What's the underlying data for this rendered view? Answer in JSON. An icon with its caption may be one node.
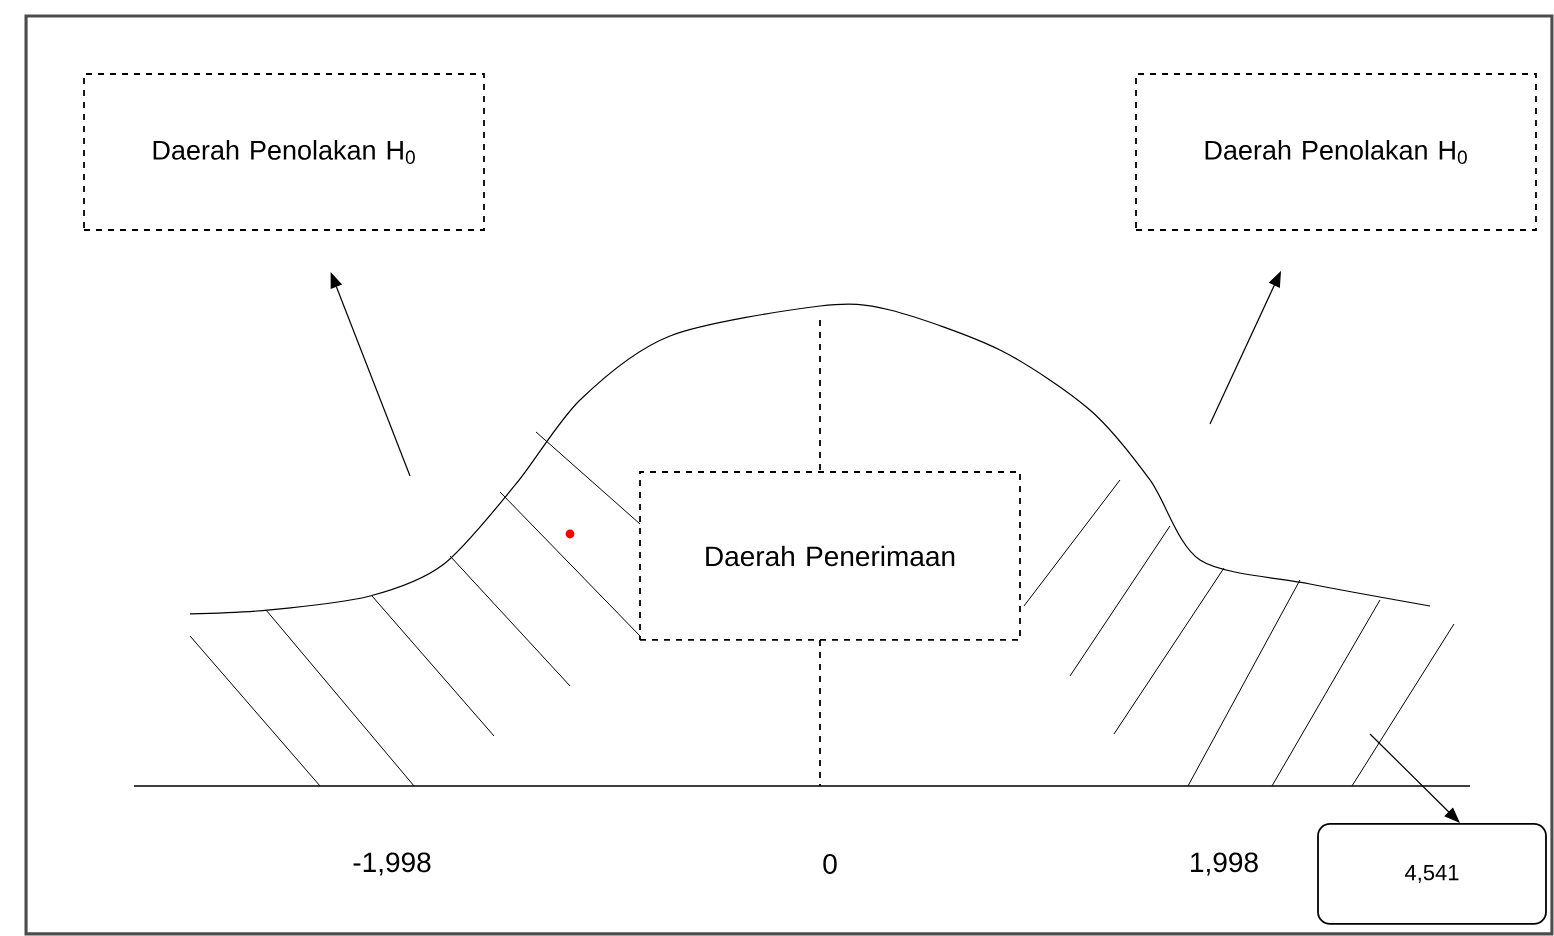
{
  "diagram": {
    "nodes": [
      {
        "text": [
          "Daerah Penolakan H$_{0}$"
        ]
      },
      {
        "text": [
          "Daerah Penolakan H$_{0}$"
        ]
      },
      {
        "text": [
          "Daerah Penerimaan"
        ]
      },
      {
        "text": [
          "4,541"
        ]
      }
    ],
    "edges": [
      {
        "from": null,
        "to": 0,
        "arrow": "to"
      },
      {
        "from": null,
        "to": 1,
        "arrow": "to"
      },
      {
        "from": null,
        "to": 3,
        "arrow": "to"
      }
    ],
    "labels": [
      "-1,998",
      "0",
      "1,998"
    ]
  }
}
